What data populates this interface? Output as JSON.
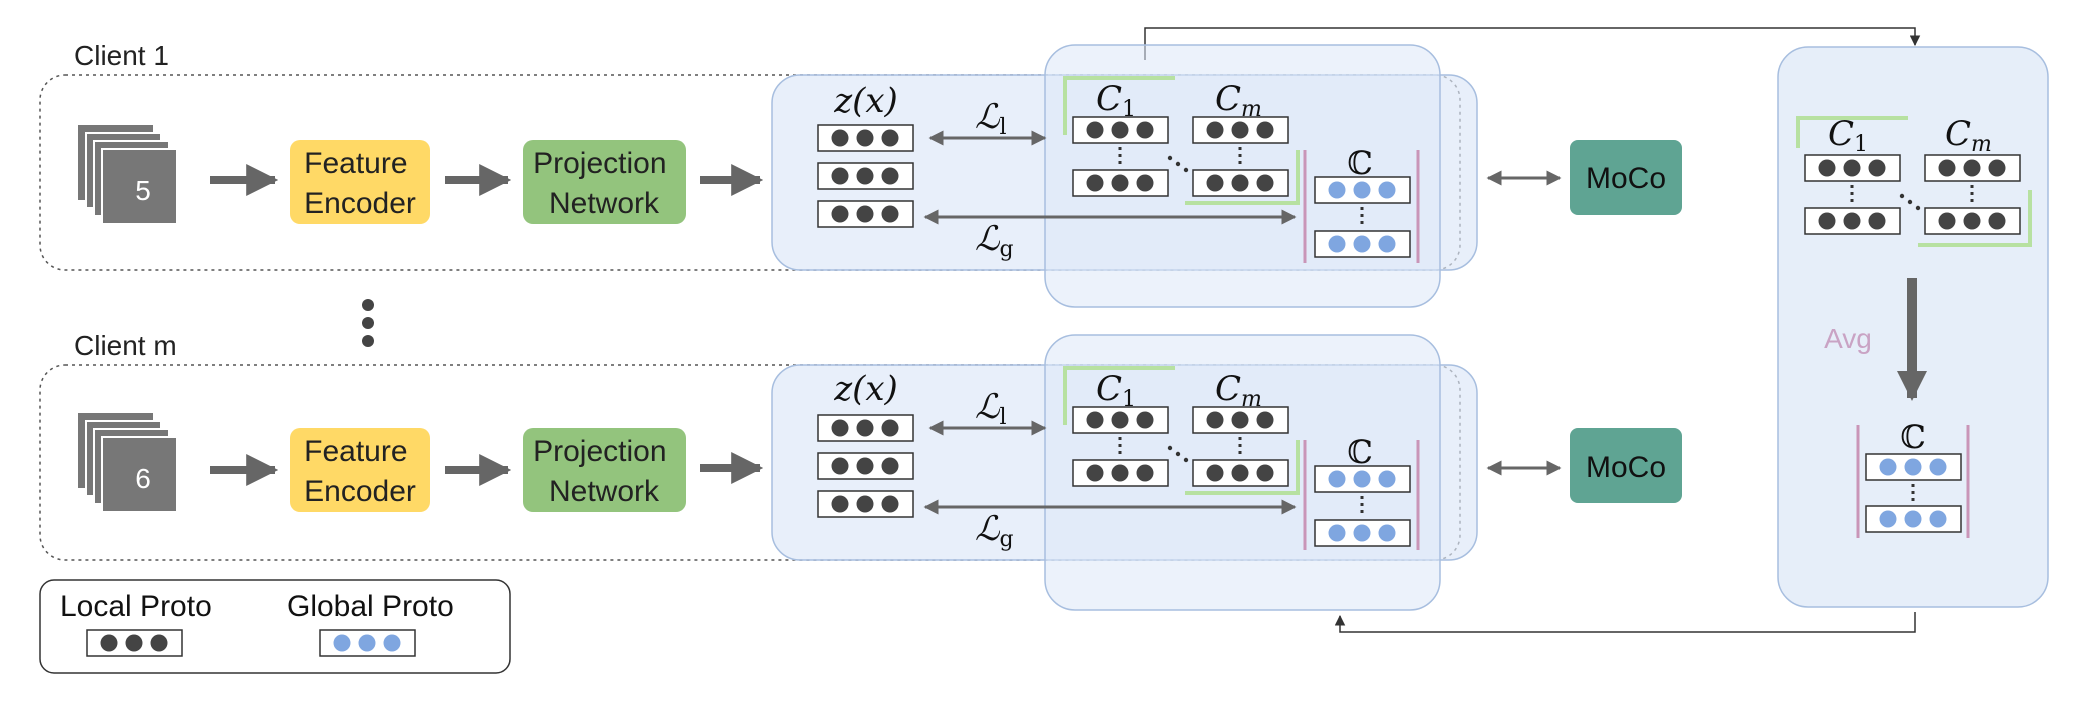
{
  "clients": [
    {
      "label": "Client 1",
      "image_number": "5"
    },
    {
      "label": "Client m",
      "image_number": "6"
    }
  ],
  "blocks": {
    "feature_encoder": [
      "Feature",
      "Encoder"
    ],
    "projection_network": [
      "Projection",
      "Network"
    ],
    "moco": "MoCo"
  },
  "math": {
    "z": "z(x)",
    "c1_main": "C",
    "c1_sub": "1",
    "cm_main": "C",
    "cm_sub": "m",
    "L_main": "ℒ",
    "l_sub": "l",
    "g_sub": "g",
    "global_set": "ℂ"
  },
  "server": {
    "avg_label": "Avg"
  },
  "legend": {
    "local": "Local Proto",
    "global": "Global Proto"
  },
  "colors": {
    "encoder": "#FFD966",
    "projection": "#93C47D",
    "moco": "#5FA493",
    "panel": "#DCE7F7",
    "panel_stroke": "#A7BEDF",
    "local_dot": "#444444",
    "global_dot": "#7FA6E0",
    "bracket_green": "#B7E1A1",
    "bracket_pink": "#C995B8",
    "avg_text": "#C9A3C4",
    "arrow": "#666666"
  }
}
